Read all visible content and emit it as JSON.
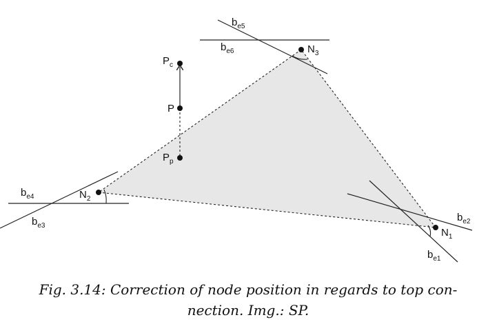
{
  "figure": {
    "labels": {
      "be5": {
        "base": "b",
        "sub": "e5"
      },
      "be6": {
        "base": "b",
        "sub": "e6"
      },
      "n3": {
        "base": "N",
        "sub": "3"
      },
      "pc": {
        "base": "P",
        "sub": "c"
      },
      "p": {
        "base": "P",
        "sub": ""
      },
      "pp": {
        "base": "P",
        "sub": "p"
      },
      "be4": {
        "base": "b",
        "sub": "e4"
      },
      "n2": {
        "base": "N",
        "sub": "2"
      },
      "be3": {
        "base": "b",
        "sub": "e3"
      },
      "be2": {
        "base": "b",
        "sub": "e2"
      },
      "n1": {
        "base": "N",
        "sub": "1"
      },
      "be1": {
        "base": "b",
        "sub": "e1"
      }
    }
  },
  "caption": {
    "line1": "Fig. 3.14: Correction of node position in regards to top con-",
    "line2": "nection. Img.: SP."
  }
}
